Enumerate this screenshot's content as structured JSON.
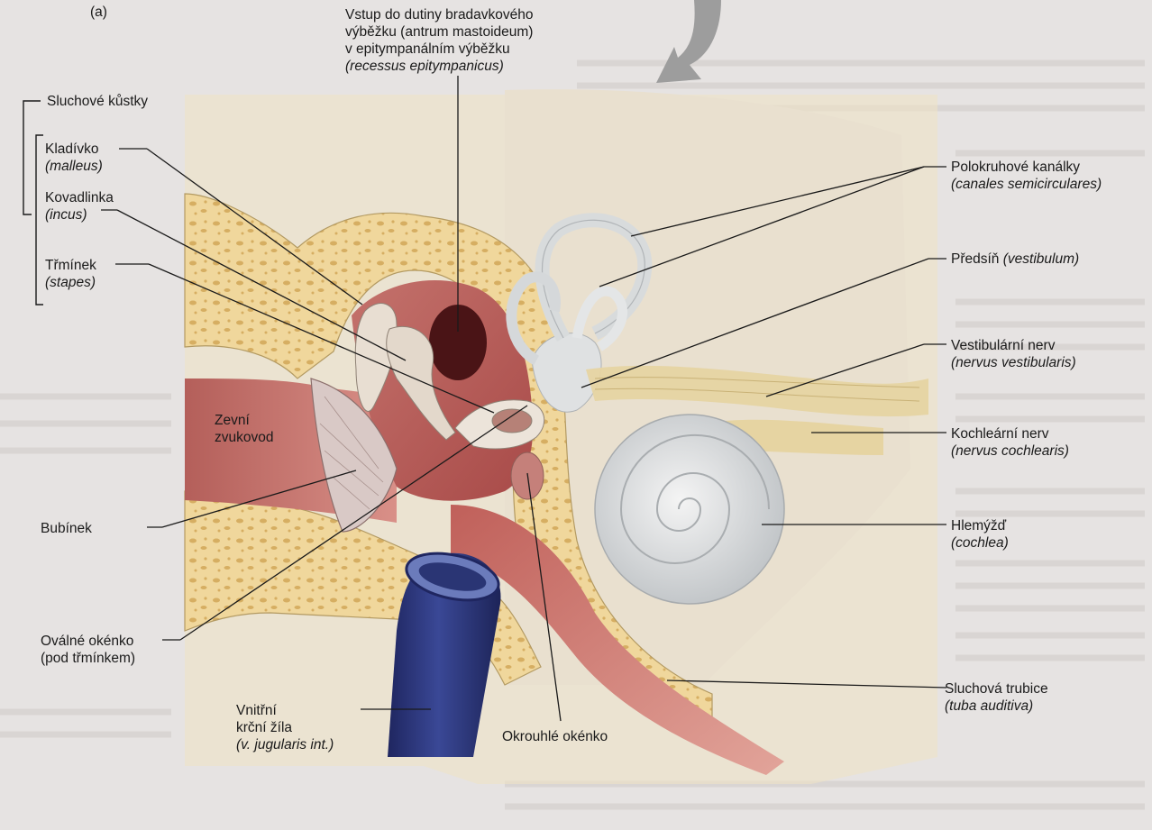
{
  "panel_label": "(a)",
  "labels": {
    "ossicles_group": "Sluchové  kůstky",
    "malleus": {
      "name": "Kladívko",
      "latin": "(malleus)"
    },
    "incus": {
      "name": "Kovadlinka",
      "latin": "(incus)"
    },
    "stapes": {
      "name": "Třmínek",
      "latin": "(stapes)"
    },
    "antrum": {
      "line1": "Vstup do dutiny bradavkového",
      "line2": "výběžku (antrum mastoideum)",
      "line3": "v epitympanálním výběžku",
      "latin": "(recessus epitympanicus)"
    },
    "semicircular": {
      "name": "Polokruhové kanálky",
      "latin": "(canales semicirculares)"
    },
    "vestibule": {
      "name": "Předsíň",
      "latin": "(vestibulum)"
    },
    "vestibular_nerve": {
      "name": "Vestibulární nerv",
      "latin": "(nervus vestibularis)"
    },
    "cochlear_nerve": {
      "name": "Kochleární nerv",
      "latin": "(nervus cochlearis)"
    },
    "cochlea": {
      "name": "Hlemýžď",
      "latin": "(cochlea)"
    },
    "ear_canal": {
      "line1": "Zevní",
      "line2": "zvukovod"
    },
    "eardrum": "Bubínek",
    "oval_window": {
      "line1": "Oválné okénko",
      "line2": "(pod třmínkem)"
    },
    "jugular_vein": {
      "line1": "Vnitřní",
      "line2": "krční žíla",
      "latin": "(v. jugularis int.)"
    },
    "round_window": "Okrouhlé okénko",
    "auditory_tube": {
      "name": "Sluchová trubice",
      "latin": "(tuba auditiva)"
    }
  },
  "colors": {
    "bone": "#efd69a",
    "bone_spots": "#d9b468",
    "cavity": "#9e3a3a",
    "canal": "#c97a70",
    "vein": "#2b3470",
    "labyrinth": "#d9dcde",
    "nerve": "#e3d3a0",
    "arrow": "#9a9a9a"
  }
}
